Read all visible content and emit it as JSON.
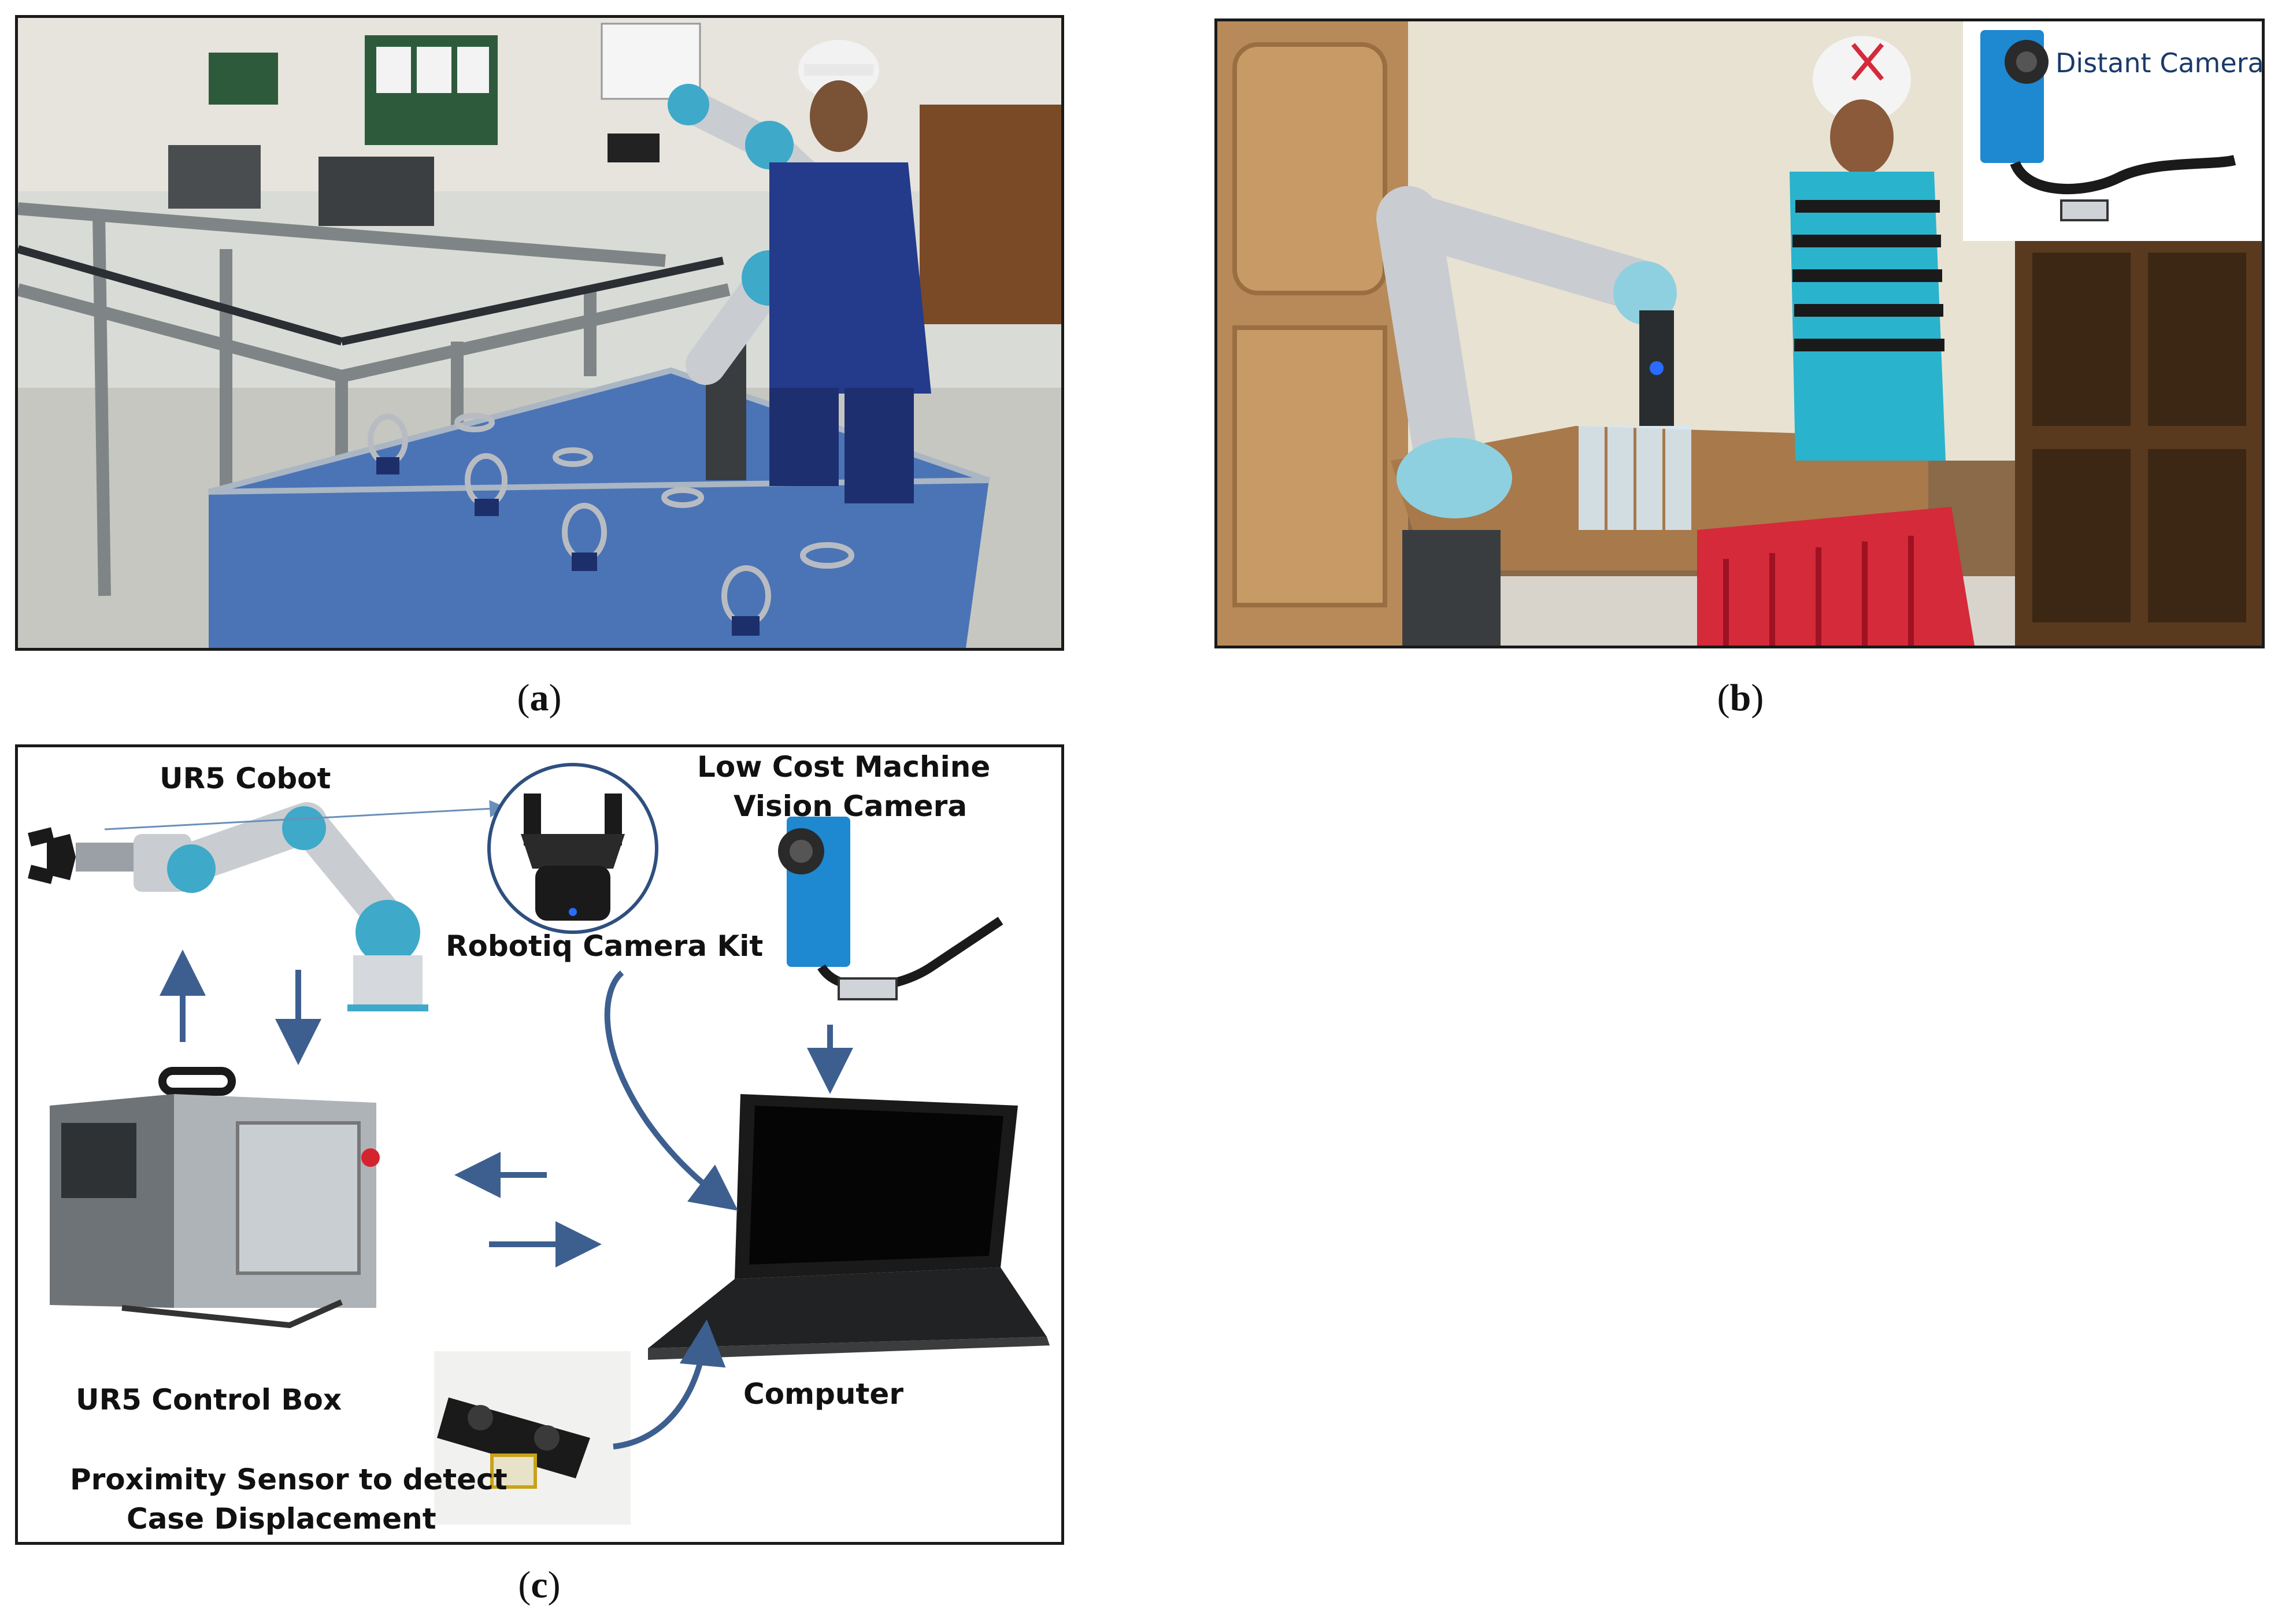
{
  "captions": {
    "a": "a",
    "b": "b",
    "c": "c"
  },
  "photo_b": {
    "inset_label": "Distant Camera"
  },
  "diagram": {
    "ur5_cobot": "UR5 Cobot",
    "camera_title_line1": "Low Cost Machine",
    "camera_title_line2": "Vision Camera",
    "robotiq_kit": "Robotiq Camera Kit",
    "control_box": "UR5 Control Box",
    "computer": "Computer",
    "proximity_line1": "Proximity Sensor to detect",
    "proximity_line2": "Case Displacement"
  },
  "colors": {
    "arrow": "#3d5f8f",
    "ur_blue": "#3fa9c9",
    "camera_blue": "#1e88d1",
    "table_blue": "#4a74b5",
    "crate_red": "#d42a3a"
  }
}
